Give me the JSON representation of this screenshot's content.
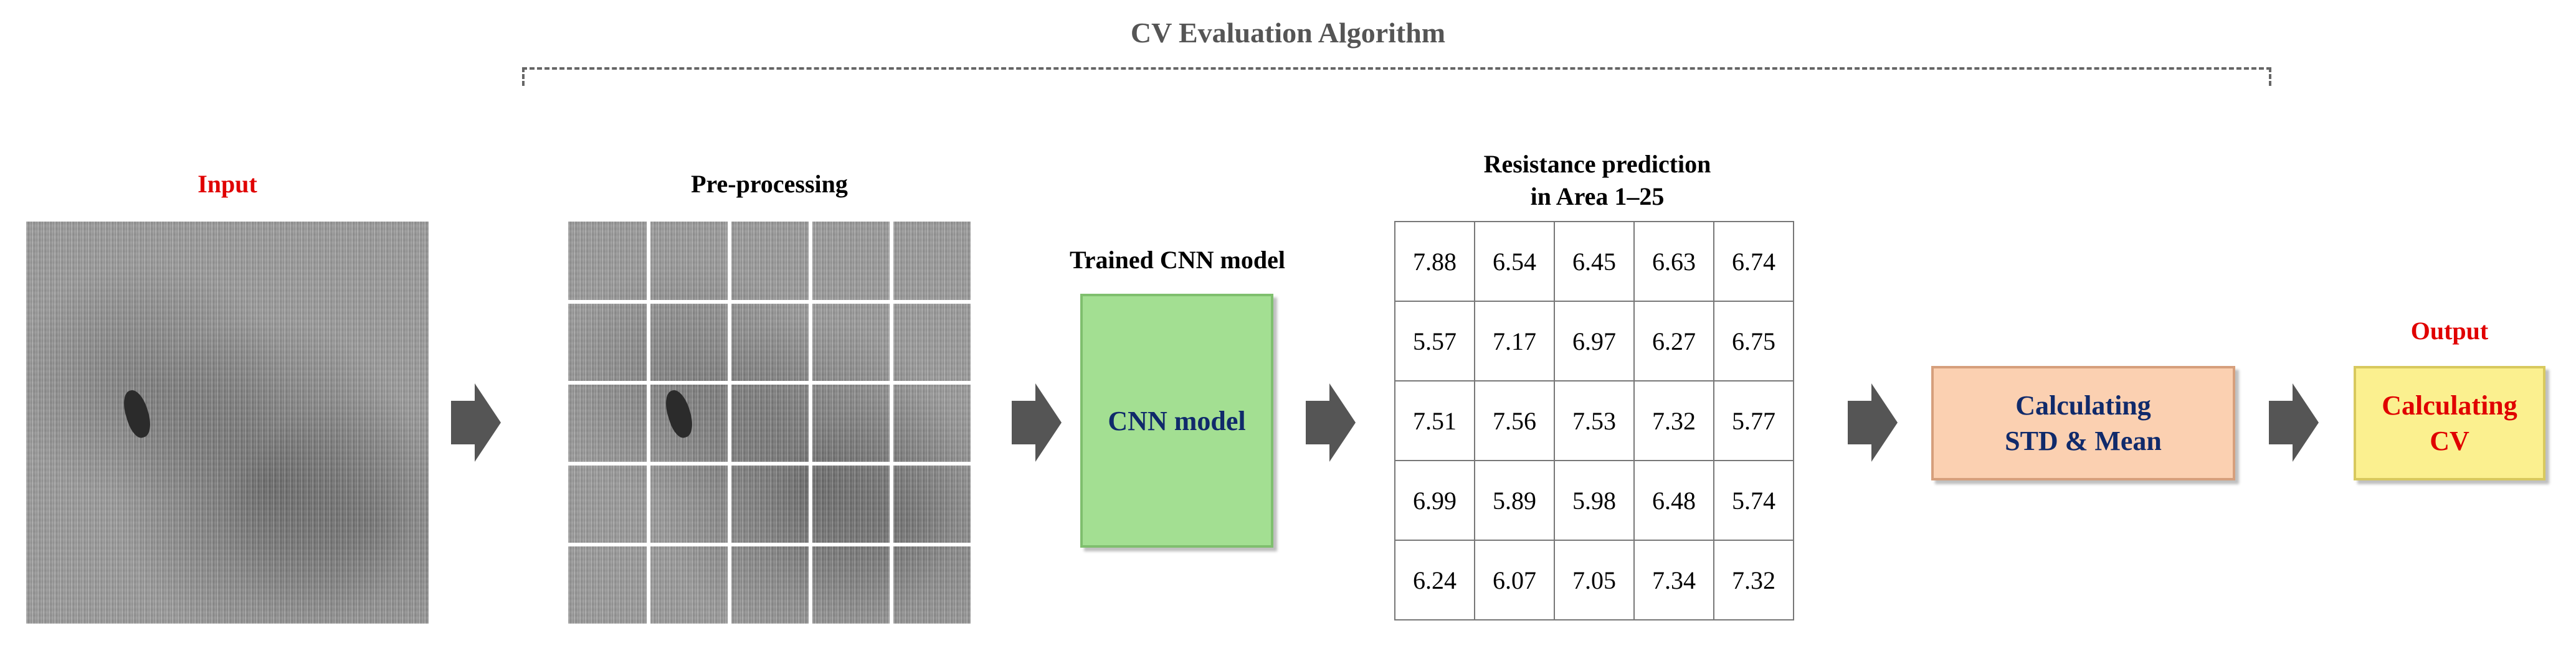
{
  "title": "CV Evaluation Algorithm",
  "input_label": "Input",
  "preprocessing_label": "Pre-processing",
  "cnn": {
    "header": "Trained CNN model",
    "box_label": "CNN model"
  },
  "prediction": {
    "header_line1": "Resistance prediction",
    "header_line2": "in Area 1–25",
    "rows": [
      [
        "7.88",
        "6.54",
        "6.45",
        "6.63",
        "6.74"
      ],
      [
        "5.57",
        "7.17",
        "6.97",
        "6.27",
        "6.75"
      ],
      [
        "7.51",
        "7.56",
        "7.53",
        "7.32",
        "5.77"
      ],
      [
        "6.99",
        "5.89",
        "5.98",
        "6.48",
        "5.74"
      ],
      [
        "6.24",
        "6.07",
        "7.05",
        "7.34",
        "7.32"
      ]
    ]
  },
  "std_box": {
    "line1": "Calculating",
    "line2": "STD & Mean"
  },
  "output_label": "Output",
  "cv_box": {
    "line1": "Calculating",
    "line2": "CV"
  },
  "colors": {
    "red_label": "#e00000",
    "navy_text": "#102a6b",
    "cnn_fill": "#a3df92",
    "std_fill": "#fbd0b1",
    "cv_fill": "#fbf08f",
    "arrow": "#555555"
  },
  "icons": [
    "arrow-right-icon"
  ]
}
